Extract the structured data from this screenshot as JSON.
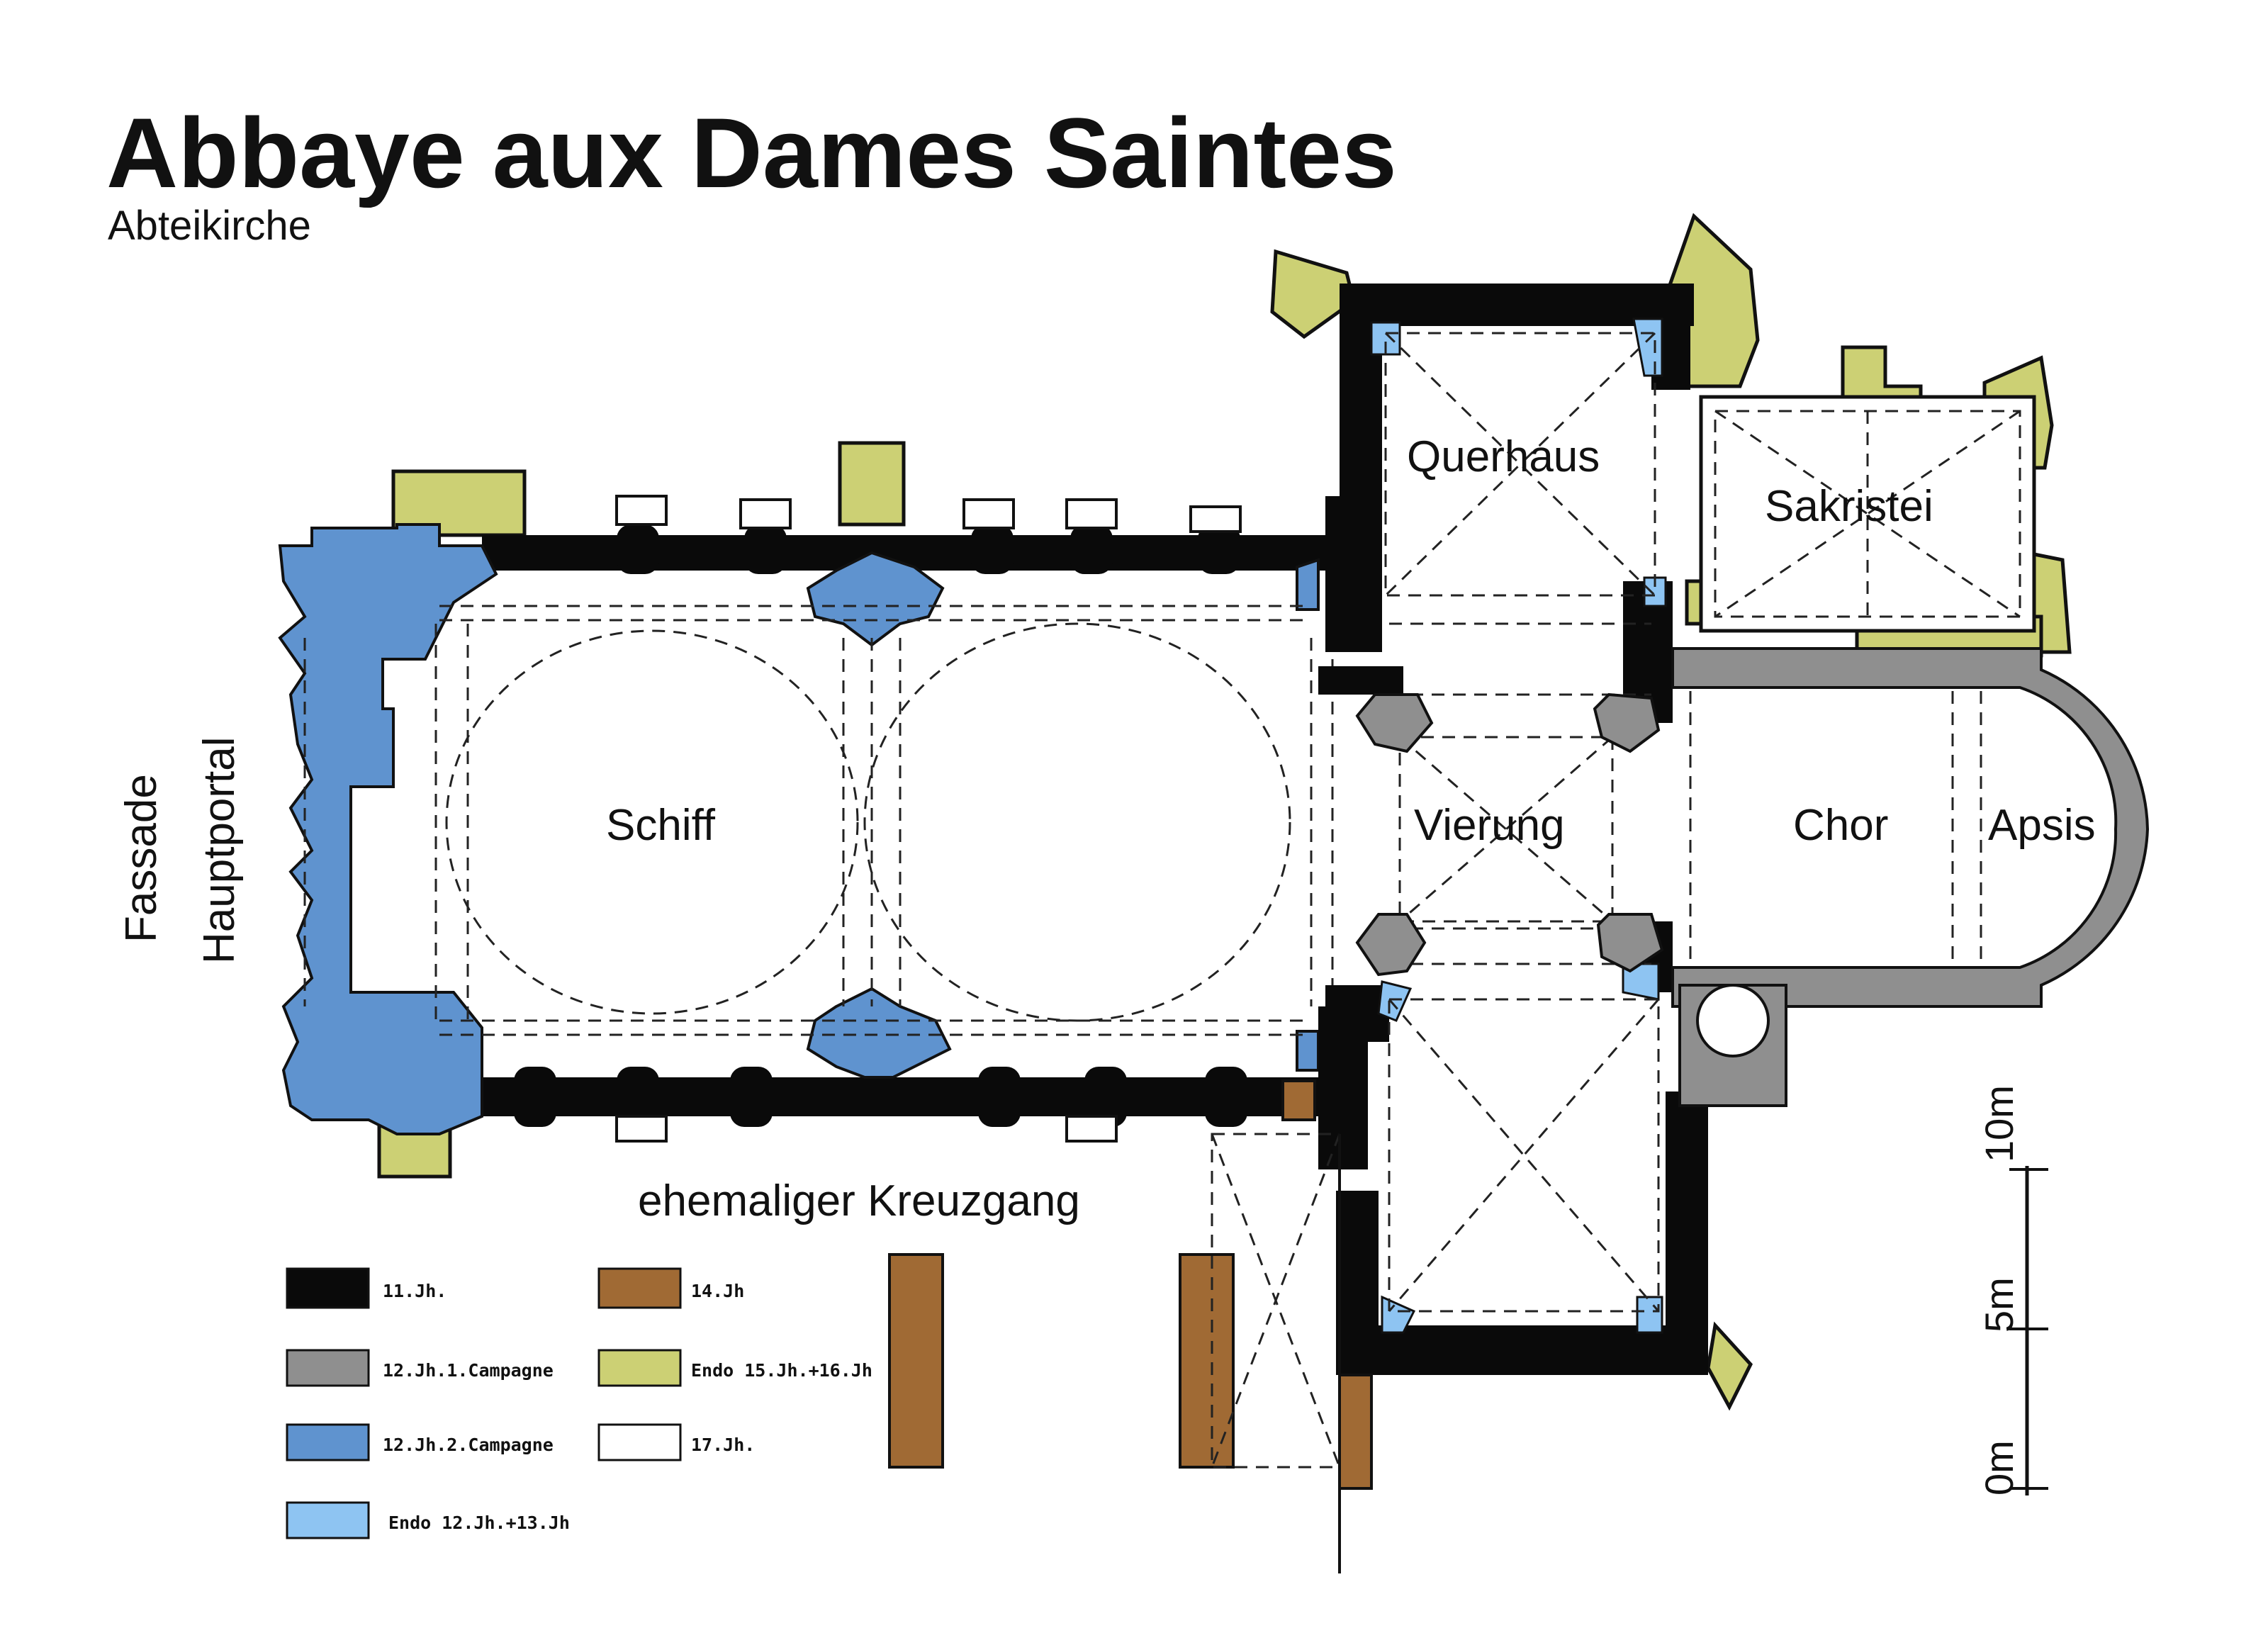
{
  "title": "Abbaye aux Dames Saintes",
  "subtitle": "Abteikirche",
  "labels": {
    "facade_line1": "Fassade",
    "facade_line2": "Hauptportal",
    "nave": "Schiff",
    "transept": "Querhaus",
    "sacristy": "Sakristei",
    "crossing": "Vierung",
    "choir": "Chor",
    "apse": "Apsis",
    "cloister": "ehemaliger Kreuzgang"
  },
  "legend": [
    {
      "label": "11.Jh.",
      "color": "#0a0a0a"
    },
    {
      "label": "12.Jh.1.Campagne",
      "color": "#8f8f8f"
    },
    {
      "label": "12.Jh.2.Campagne",
      "color": "#5f93cf"
    },
    {
      "label": "Endo 12.Jh.+13.Jh",
      "color": "#8ec4f2"
    },
    {
      "label": "14.Jh",
      "color": "#a06a34"
    },
    {
      "label": "Endo 15.Jh.+16.Jh",
      "color": "#ccd074"
    },
    {
      "label": "17.Jh.",
      "color": "#ffffff"
    }
  ],
  "scale": {
    "label_0": "0m",
    "label_5": "5m",
    "label_10": "10m"
  },
  "colors": {
    "black": "#0a0a0a",
    "gray": "#8f8f8f",
    "blue": "#5f93cf",
    "lightblue": "#8ec4f2",
    "brown": "#a06a34",
    "olive": "#ccd074",
    "white": "#ffffff"
  }
}
